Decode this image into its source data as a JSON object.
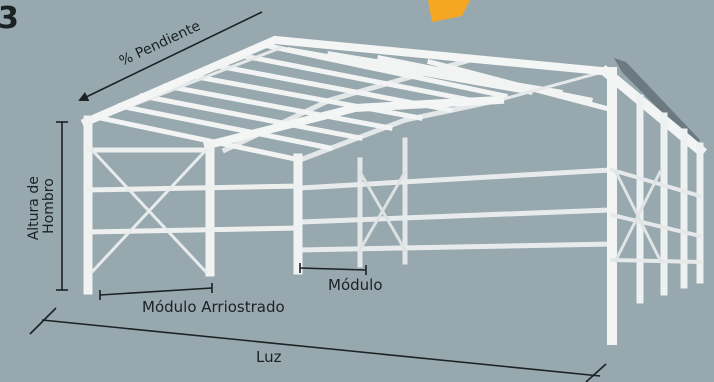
{
  "labels": {
    "pendiente": "% Pendiente",
    "altura": [
      "Altura de",
      "Hombro"
    ],
    "modulo": "Módulo",
    "modulo_arriostrado": "Módulo Arriostrado",
    "luz": "Luz",
    "corner_glyph": "3"
  },
  "colors": {
    "background": "#97a8ae",
    "steel": "#eef0f0",
    "steel_shade": "#c9cfd1",
    "roof_dark": "#5e6c72",
    "dimension": "#1c2124",
    "tag": "#f5a623"
  }
}
